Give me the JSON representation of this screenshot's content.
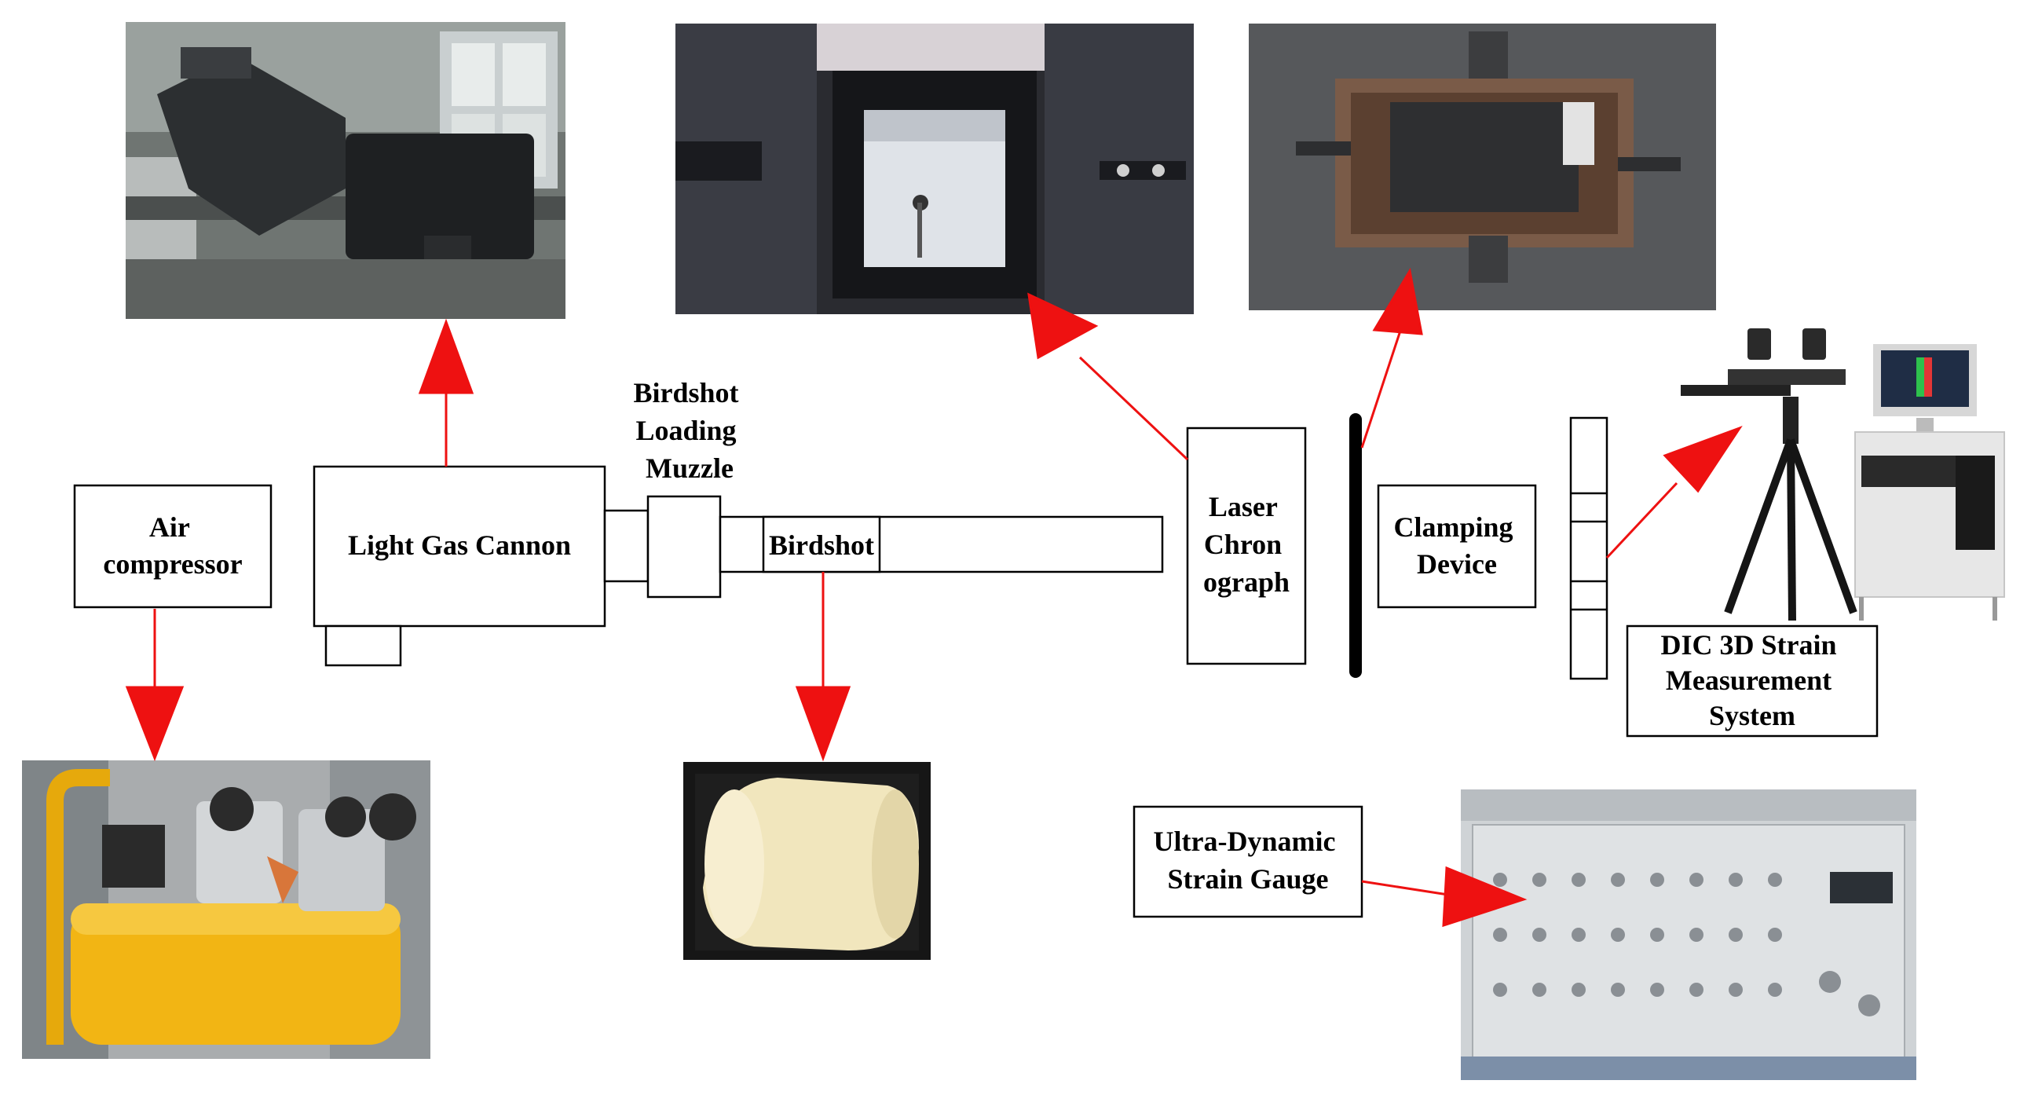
{
  "labels": {
    "air_compressor": [
      "Air",
      "compressor"
    ],
    "light_gas_cannon": "Light Gas Cannon",
    "birdshot_loading_muzzle": [
      "Birdshot",
      "Loading",
      "Muzzle"
    ],
    "birdshot": "Birdshot",
    "laser_chronograph": [
      "Laser",
      "Chron",
      "ograph"
    ],
    "clamping_device": [
      "Clamping",
      "Device"
    ],
    "dic_system": [
      "DIC 3D Strain",
      "Measurement",
      "System"
    ],
    "strain_gauge": [
      "Ultra-Dynamic",
      "Strain Gauge"
    ]
  },
  "photos": {
    "cannon": "light-gas-cannon-photo",
    "target_chamber": "target-chamber-photo",
    "clamped_panel": "clamped-panel-photo",
    "compressor": "air-compressor-photo",
    "projectile": "birdshot-projectile-photo",
    "dic_rig": "dic-camera-rig-photo",
    "strain_instrument": "strain-gauge-instrument-photo"
  },
  "colors": {
    "arrow": "#ee1111",
    "outline": "#000000",
    "compressor_tank": "#f2b514",
    "projectile": "#f1e6bd"
  }
}
